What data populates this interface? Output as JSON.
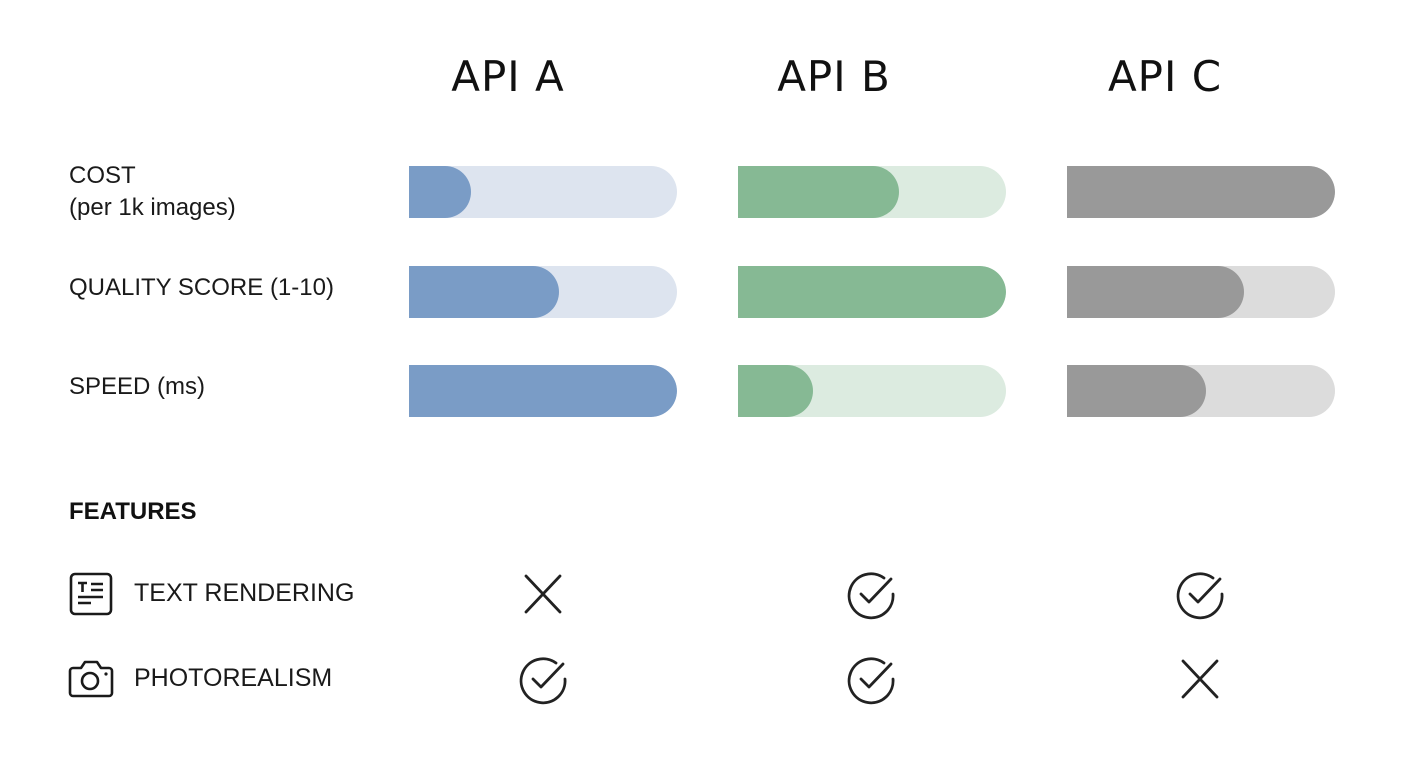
{
  "apis": [
    {
      "name": "API A",
      "color": "#7a9cc6",
      "track_color": "#dde4ef"
    },
    {
      "name": "API B",
      "color": "#86b994",
      "track_color": "#dcebe0"
    },
    {
      "name": "API C",
      "color": "#999999",
      "track_color": "#dcdcdc"
    }
  ],
  "metrics": [
    {
      "label_line1": "COST",
      "label_line2": "(per 1k images)"
    },
    {
      "label_line1": "QUALITY SCORE (1-10)",
      "label_line2": ""
    },
    {
      "label_line1": "SPEED (ms)",
      "label_line2": ""
    }
  ],
  "features": {
    "title": "FEATURES",
    "items": [
      {
        "label": "TEXT RENDERING",
        "icon": "text-document-icon",
        "support": [
          "no",
          "yes",
          "yes"
        ]
      },
      {
        "label": "PHOTOREALISM",
        "icon": "camera-icon",
        "support": [
          "yes",
          "yes",
          "no"
        ]
      }
    ]
  },
  "chart_data": {
    "type": "bar",
    "orientation": "horizontal",
    "title": "",
    "categories": [
      "COST (per 1k images)",
      "QUALITY SCORE (1-10)",
      "SPEED (ms)"
    ],
    "series": [
      {
        "name": "API A",
        "values": [
          23,
          56,
          100
        ]
      },
      {
        "name": "API B",
        "values": [
          60,
          100,
          28
        ]
      },
      {
        "name": "API C",
        "values": [
          100,
          66,
          52
        ]
      }
    ],
    "value_unit": "relative % of bar (no numeric axis shown)",
    "xlim": [
      0,
      100
    ],
    "grid": false,
    "legend": "column headers (API A, API B, API C)",
    "feature_table": {
      "columns": [
        "API A",
        "API B",
        "API C"
      ],
      "rows": [
        {
          "feature": "TEXT RENDERING",
          "values": [
            false,
            true,
            true
          ]
        },
        {
          "feature": "PHOTOREALISM",
          "values": [
            true,
            true,
            false
          ]
        }
      ]
    }
  }
}
